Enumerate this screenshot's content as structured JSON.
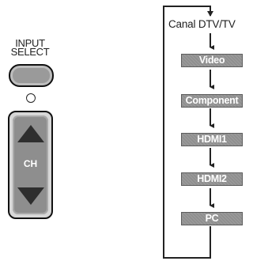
{
  "remote": {
    "input_label_line1": "INPUT",
    "input_label_line2": "SELECT",
    "circle_label": "O",
    "ch_label": "CH"
  },
  "flow": {
    "title": "Canal DTV/TV",
    "steps": [
      "Video",
      "Component",
      "HDMI1",
      "HDMI2",
      "PC"
    ]
  }
}
